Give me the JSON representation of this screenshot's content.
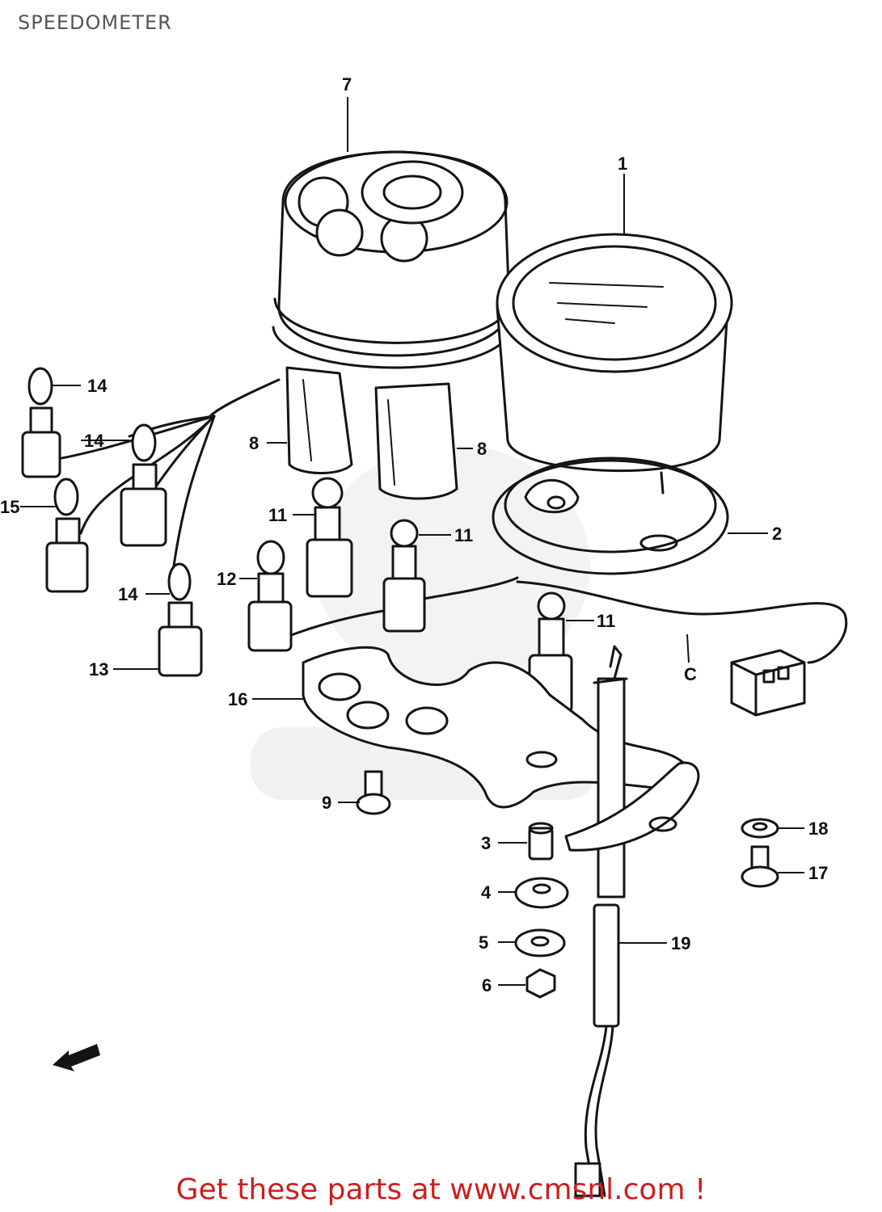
{
  "header": {
    "title": "SPEEDOMETER"
  },
  "callouts": [
    {
      "id": "1",
      "label": "1"
    },
    {
      "id": "2",
      "label": "2"
    },
    {
      "id": "3",
      "label": "3"
    },
    {
      "id": "4",
      "label": "4"
    },
    {
      "id": "5",
      "label": "5"
    },
    {
      "id": "6",
      "label": "6"
    },
    {
      "id": "7",
      "label": "7"
    },
    {
      "id": "8a",
      "label": "8"
    },
    {
      "id": "8b",
      "label": "8"
    },
    {
      "id": "9",
      "label": "9"
    },
    {
      "id": "11a",
      "label": "11"
    },
    {
      "id": "11b",
      "label": "11"
    },
    {
      "id": "11c",
      "label": "11"
    },
    {
      "id": "12",
      "label": "12"
    },
    {
      "id": "13",
      "label": "13"
    },
    {
      "id": "14a",
      "label": "14"
    },
    {
      "id": "14b",
      "label": "14"
    },
    {
      "id": "14c",
      "label": "14"
    },
    {
      "id": "15",
      "label": "15"
    },
    {
      "id": "16",
      "label": "16"
    },
    {
      "id": "17",
      "label": "17"
    },
    {
      "id": "18",
      "label": "18"
    },
    {
      "id": "19",
      "label": "19"
    },
    {
      "id": "C",
      "label": "C"
    }
  ],
  "footer": {
    "text": "Get these parts at www.cmsnl.com !"
  }
}
